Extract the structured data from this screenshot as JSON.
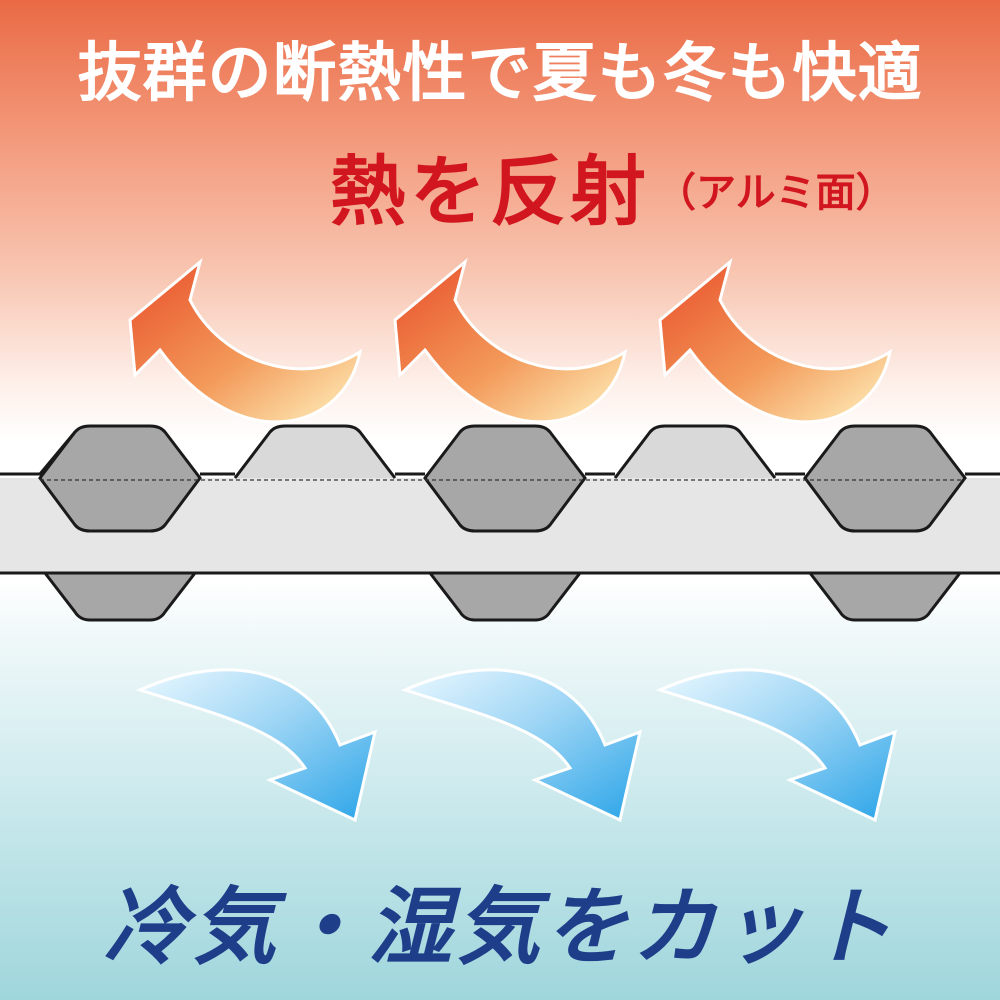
{
  "headline": "抜群の断熱性で夏も冬も快適",
  "reflect": {
    "main": "熱を反射",
    "sub": "（アルミ面）"
  },
  "cut": "冷気・湿気をカット",
  "colors": {
    "headline_text": "#ffffff",
    "reflect_text": "#d2161f",
    "cut_text": "#1f3e8a",
    "warm_arrow_start": "#e84e2a",
    "warm_arrow_end": "#fff4c0",
    "cool_arrow_start": "#e6f7ff",
    "cool_arrow_end": "#2aa4e8",
    "panel_fill": "#e6e6e6",
    "bump_fill": "#a7a7a7",
    "outline": "#1a1a1a"
  }
}
